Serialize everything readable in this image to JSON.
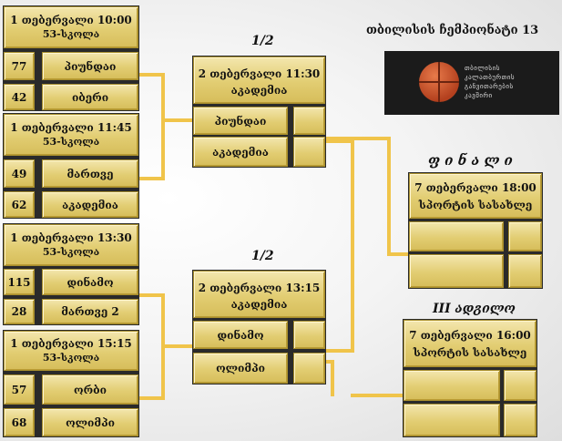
{
  "title": "თბილისის ჩემპიონატი 13",
  "labels": {
    "semi1": "1/2",
    "semi2": "1/2",
    "final": "ფ ი ნ ა ლ ი",
    "third": "III ადგილო"
  },
  "r1": [
    {
      "date": "1 თებერვალი 10:00",
      "venue": "53-სკოლა",
      "team1": "პიუნდაი",
      "score1": "77",
      "team2": "იბერი",
      "score2": "42"
    },
    {
      "date": "1 თებერვალი 11:45",
      "venue": "53-სკოლა",
      "team1": "მართვე",
      "score1": "49",
      "team2": "აკადემია",
      "score2": "62"
    },
    {
      "date": "1 თებერვალი 13:30",
      "venue": "53-სკოლა",
      "team1": "დინამო",
      "score1": "115",
      "team2": "მართვე 2",
      "score2": "28"
    },
    {
      "date": "1 თებერვალი 15:15",
      "venue": "53-სკოლა",
      "team1": "ორბი",
      "score1": "57",
      "team2": "ოლიმპი",
      "score2": "68"
    }
  ],
  "semis": [
    {
      "date": "2 თებერვალი 11:30",
      "venue": "აკადემია",
      "team1": "პიუნდაი",
      "team2": "აკადემია"
    },
    {
      "date": "2 თებერვალი 13:15",
      "venue": "აკადემია",
      "team1": "დინამო",
      "team2": "ოლიმპი"
    }
  ],
  "final": {
    "date": "7 თებერვალი 18:00",
    "venue": "სპორტის სასახლე"
  },
  "third_place": {
    "date": "7 თებერვალი 16:00",
    "venue": "სპორტის სასახლე"
  },
  "logo": {
    "lines": [
      "თბილისის",
      "კალათბურთის",
      "განვითარების",
      "კავშირი"
    ],
    "bg": "#1b1b1b",
    "accent": "#c8502a"
  },
  "colors": {
    "line": "#f0c44a",
    "box": "#e2cd72"
  }
}
